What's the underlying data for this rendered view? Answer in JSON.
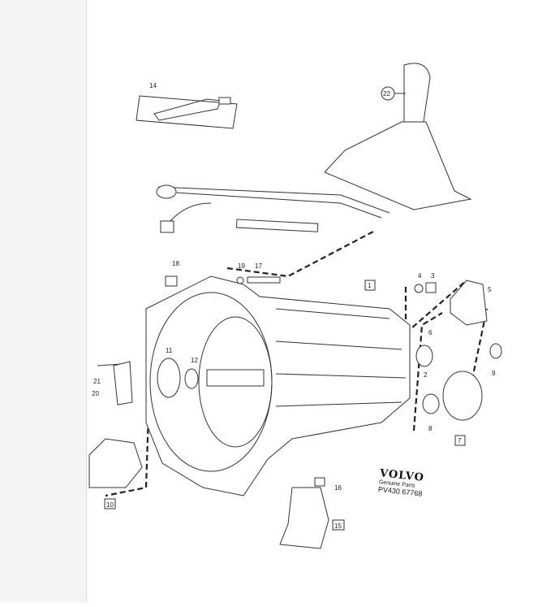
{
  "diagram": {
    "title_logo": "VOLVO",
    "subtitle": "Genuine Parts",
    "ref_code": "PV430 67768",
    "callouts": {
      "c14": "14",
      "c22": "22",
      "c18": "18",
      "c19": "19",
      "c17": "17",
      "c1": "1",
      "c4": "4",
      "c3": "3",
      "c5": "5",
      "c6": "6",
      "c2": "2",
      "c9": "9",
      "c8": "8",
      "c7": "7",
      "c11": "11",
      "c12": "12",
      "c21": "21",
      "c20": "20",
      "c10": "10",
      "c16": "16",
      "c15": "15"
    }
  }
}
